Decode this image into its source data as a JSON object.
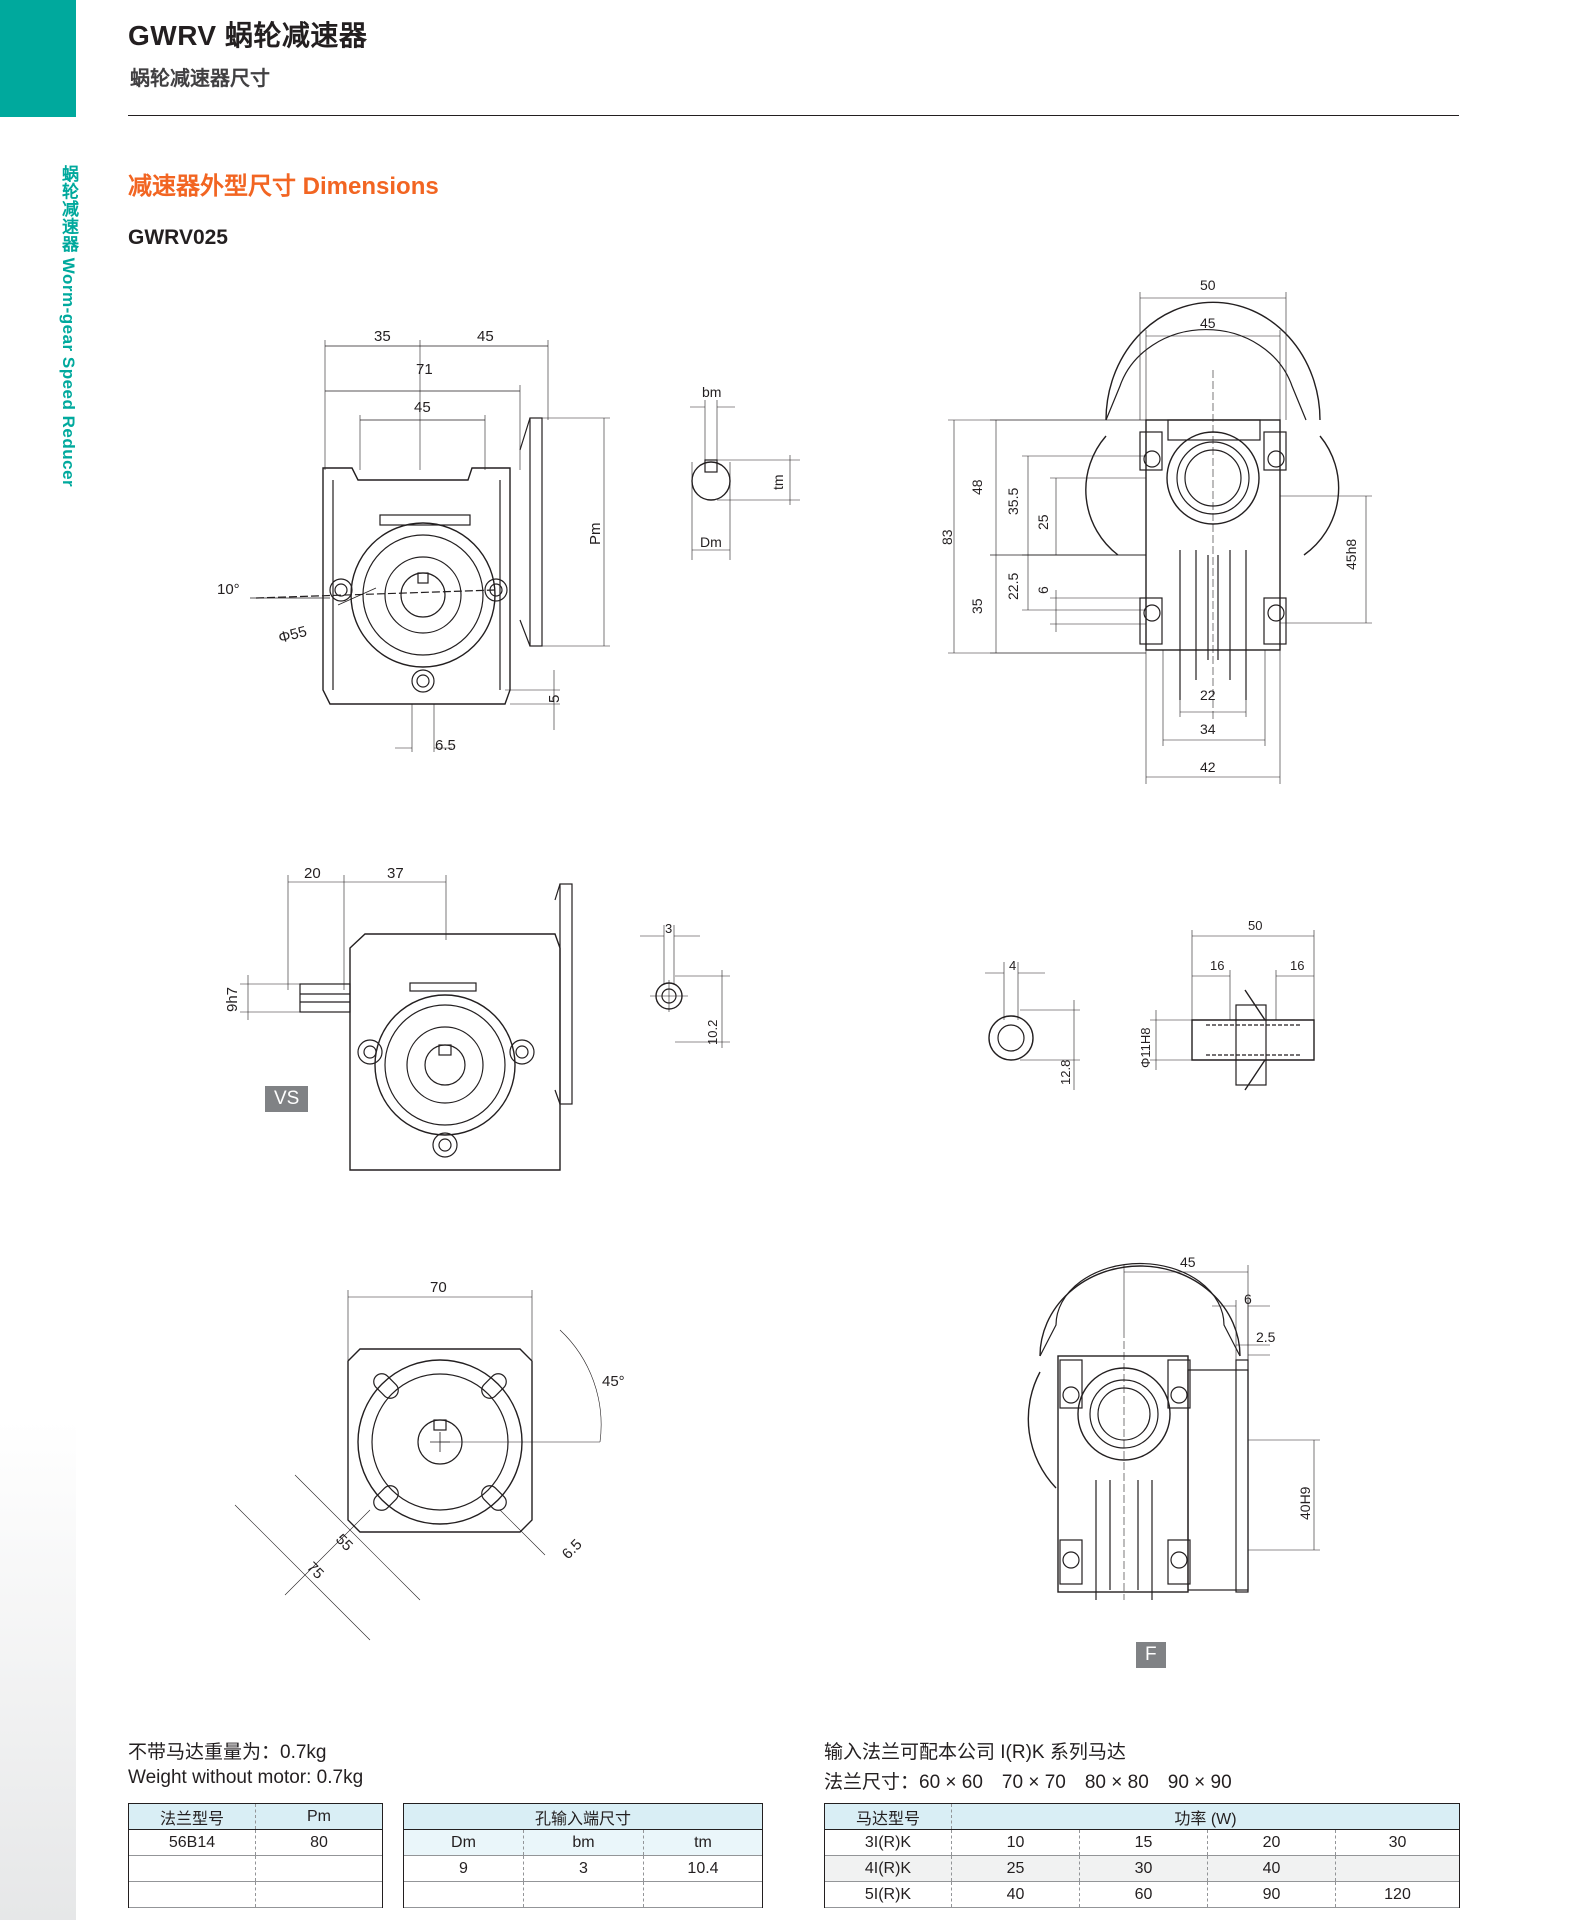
{
  "header": {
    "title": "GWRV 蜗轮减速器",
    "subtitle": "蜗轮减速器尺寸",
    "side_label": "蜗轮减速器 Worm-gear Speed Reducer"
  },
  "section": {
    "title": "减速器外型尺寸 Dimensions",
    "model": "GWRV025"
  },
  "drawings": {
    "view1": {
      "d35": "35",
      "d45a": "45",
      "d71": "71",
      "d45b": "45",
      "angle": "10°",
      "phi55": "Φ55",
      "d5": "5",
      "d65": "6.5",
      "pm": "Pm"
    },
    "keyway1": {
      "bm": "bm",
      "tm": "tm",
      "dm": "Dm"
    },
    "view2": {
      "d50": "50",
      "d45": "45",
      "d83": "83",
      "d48": "48",
      "d355": "35.5",
      "d25": "25",
      "d35": "35",
      "d225": "22.5",
      "d6": "6",
      "d45h8": "45h8",
      "d22": "22",
      "d34": "34",
      "d42": "42"
    },
    "view3": {
      "d20": "20",
      "d37": "37",
      "d9h7": "9h7",
      "label": "VS"
    },
    "shaft3": {
      "d3": "3",
      "d102": "10.2"
    },
    "hole4": {
      "d4": "4",
      "d128": "12.8"
    },
    "shaft4": {
      "d50": "50",
      "d16a": "16",
      "d16b": "16",
      "phi11h8": "Φ11H8"
    },
    "view5": {
      "d70": "70",
      "angle": "45°",
      "d55": "55",
      "d75": "75",
      "d65": "6.5"
    },
    "view6": {
      "d45": "45",
      "d6": "6",
      "d25": "2.5",
      "d40h9": "40H9",
      "label": "F"
    }
  },
  "notes": {
    "weight_cn": "不带马达重量为：0.7kg",
    "weight_en": "Weight without motor: 0.7kg",
    "flange_compat": "输入法兰可配本公司 I(R)K 系列马达",
    "flange_sizes": "法兰尺寸：60 × 60　70 × 70　80 × 80　90 × 90"
  },
  "table_flange": {
    "headers": [
      "法兰型号",
      "Pm"
    ],
    "rows": [
      [
        "56B14",
        "80"
      ],
      [
        "",
        ""
      ],
      [
        "",
        ""
      ]
    ]
  },
  "table_hole": {
    "title": "孔输入端尺寸",
    "headers": [
      "Dm",
      "bm",
      "tm"
    ],
    "rows": [
      [
        "9",
        "3",
        "10.4"
      ],
      [
        "",
        "",
        ""
      ]
    ]
  },
  "table_motor": {
    "headers": [
      "马达型号",
      "功率 (W)"
    ],
    "rows": [
      [
        "3I(R)K",
        "10",
        "15",
        "20",
        "30"
      ],
      [
        "4I(R)K",
        "25",
        "30",
        "40",
        ""
      ],
      [
        "5I(R)K",
        "40",
        "60",
        "90",
        "120"
      ]
    ]
  },
  "colors": {
    "teal": "#00a99d",
    "orange": "#f26522",
    "table_header": "#d9eef5"
  }
}
